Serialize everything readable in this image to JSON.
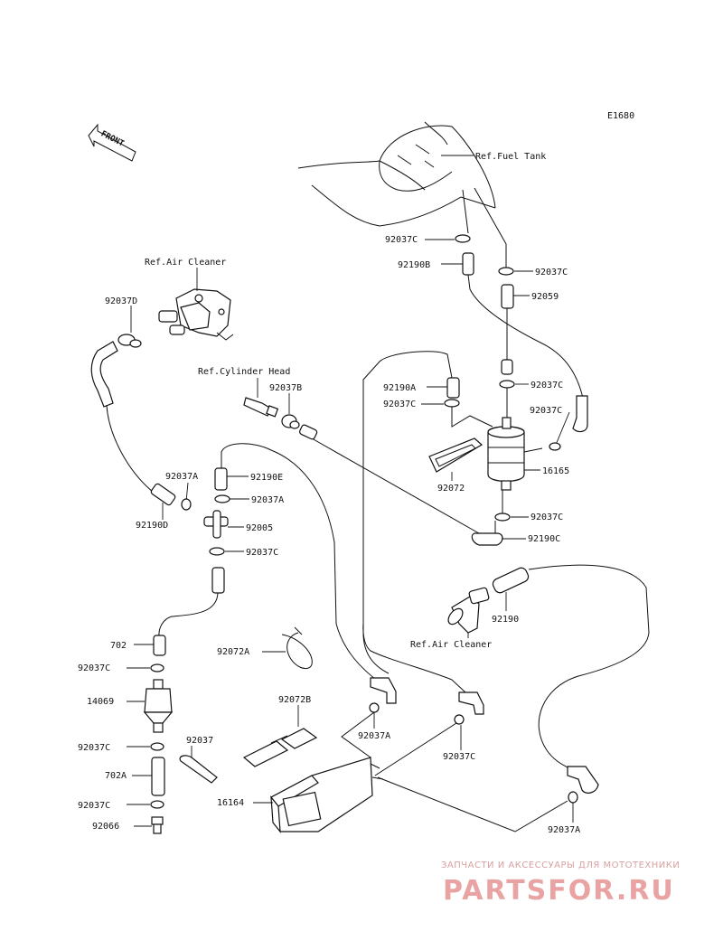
{
  "diagram_id": "E1680",
  "front_label": "FRONT",
  "refs": {
    "fuel_tank": "Ref.Fuel Tank",
    "air_cleaner_top": "Ref.Air Cleaner",
    "cylinder_head": "Ref.Cylinder Head",
    "air_cleaner_bottom": "Ref.Air Cleaner"
  },
  "part_labels": {
    "p92037C_1": "92037C",
    "p92190B": "92190B",
    "p92037C_2": "92037C",
    "p92059": "92059",
    "p92037D": "92037D",
    "p92190A": "92190A",
    "p92037C_3": "92037C",
    "p92037C_4": "92037C",
    "p92037C_5": "92037C",
    "p92037B": "92037B",
    "p16165": "16165",
    "p92072": "92072",
    "p92037A_1": "92037A",
    "p92190E": "92190E",
    "p92037A_2": "92037A",
    "p92190D": "92190D",
    "p92005": "92005",
    "p92037C_6": "92037C",
    "p92037C_7": "92037C",
    "p92190C": "92190C",
    "p92190": "92190",
    "p702": "702",
    "p92072A": "92072A",
    "p92037C_8": "92037C",
    "p14069": "14069",
    "p92072B": "92072B",
    "p92037A_3": "92037A",
    "p92037": "92037",
    "p92037C_9": "92037C",
    "p92037C_10": "92037C",
    "p702A": "702A",
    "p92037C_11": "92037C",
    "p16164": "16164",
    "p92066": "92066",
    "p92037A_4": "92037A"
  },
  "watermark": {
    "caption": "ЗАПЧАСТИ И АКСЕССУАРЫ ДЛЯ МОТОТЕХНИКИ",
    "brand": "PARTSFOR.RU"
  }
}
